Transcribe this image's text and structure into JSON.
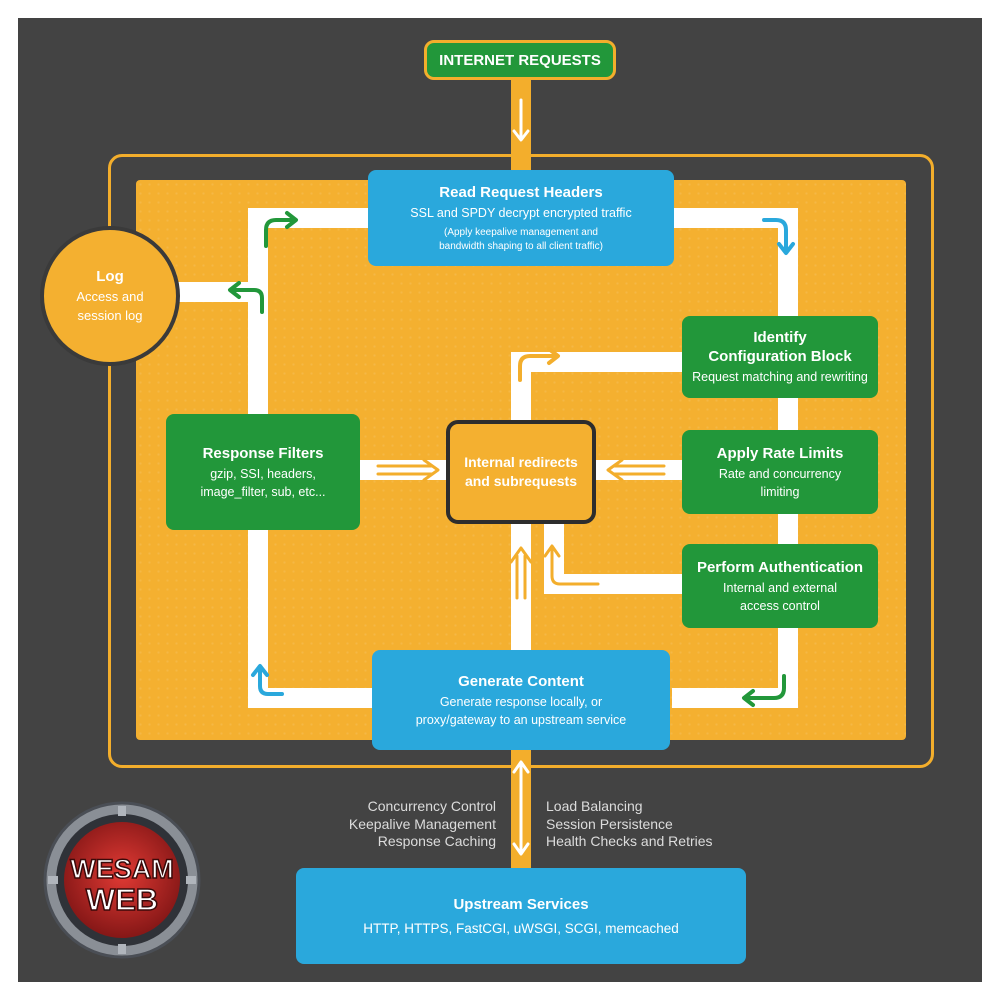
{
  "internet_requests": "INTERNET REQUESTS",
  "read_headers": {
    "title": "Read Request Headers",
    "subtitle": "SSL and SPDY decrypt encrypted traffic",
    "note_line1": "(Apply keepalive management and",
    "note_line2": "bandwidth shaping to all client traffic)"
  },
  "log": {
    "title": "Log",
    "line1": "Access and",
    "line2": "session log"
  },
  "identify": {
    "title_line1": "Identify",
    "title_line2": "Configuration Block",
    "subtitle": "Request matching and rewriting"
  },
  "rate_limits": {
    "title": "Apply Rate Limits",
    "line1": "Rate and concurrency",
    "line2": "limiting"
  },
  "auth": {
    "title": "Perform Authentication",
    "line1": "Internal and external",
    "line2": "access control"
  },
  "response_filters": {
    "title": "Response Filters",
    "line1": "gzip, SSI, headers,",
    "line2": "image_filter, sub, etc..."
  },
  "internal": {
    "line1": "Internal redirects",
    "line2": "and subrequests"
  },
  "generate": {
    "title": "Generate Content",
    "line1": "Generate response locally, or",
    "line2": "proxy/gateway to an upstream service"
  },
  "features_left": [
    "Concurrency Control",
    "Keepalive Management",
    "Response Caching"
  ],
  "features_right": [
    "Load Balancing",
    "Session Persistence",
    "Health Checks and Retries"
  ],
  "upstream": {
    "title": "Upstream Services",
    "subtitle": "HTTP, HTTPS, FastCGI, uWSGI, SCGI, memcached"
  },
  "logo": {
    "line1": "WESAM",
    "line2": "WEB"
  },
  "colors": {
    "orange": "#f4b030",
    "blue": "#2aa8dc",
    "green": "#22973a",
    "dark": "#434343"
  }
}
